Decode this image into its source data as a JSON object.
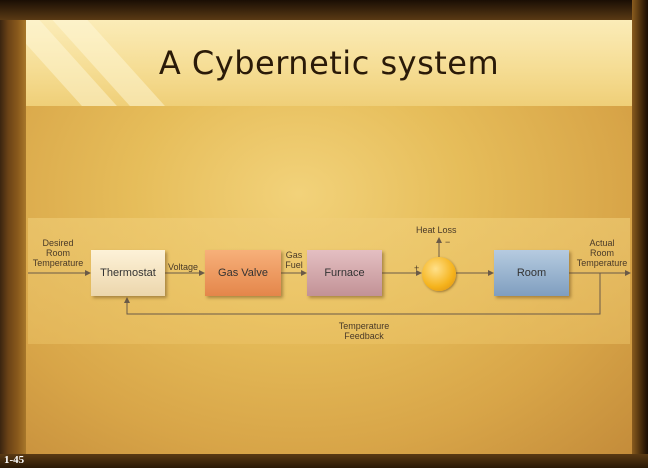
{
  "slide": {
    "title": "A Cybernetic system",
    "number": "1-45"
  },
  "diagram": {
    "blocks": {
      "thermostat": "Thermostat",
      "gas_valve": "Gas Valve",
      "furnace": "Furnace",
      "room": "Room"
    },
    "labels": {
      "desired_line1": "Desired",
      "desired_line2": "Room",
      "desired_line3": "Temperature",
      "voltage": "Voltage",
      "gas_line1": "Gas",
      "gas_line2": "Fuel",
      "heat_loss": "Heat Loss",
      "minus": "−",
      "plus": "+",
      "actual_line1": "Actual",
      "actual_line2": "Room",
      "actual_line3": "Temperature",
      "feedback_line1": "Temperature",
      "feedback_line2": "Feedback"
    },
    "colors": {
      "thermostat": "#f5e4c0",
      "gas_valve": "#ee9a5e",
      "furnace": "#d6aaad",
      "room": "#9ab4d0",
      "summing_junction": "#f5b31c"
    }
  }
}
